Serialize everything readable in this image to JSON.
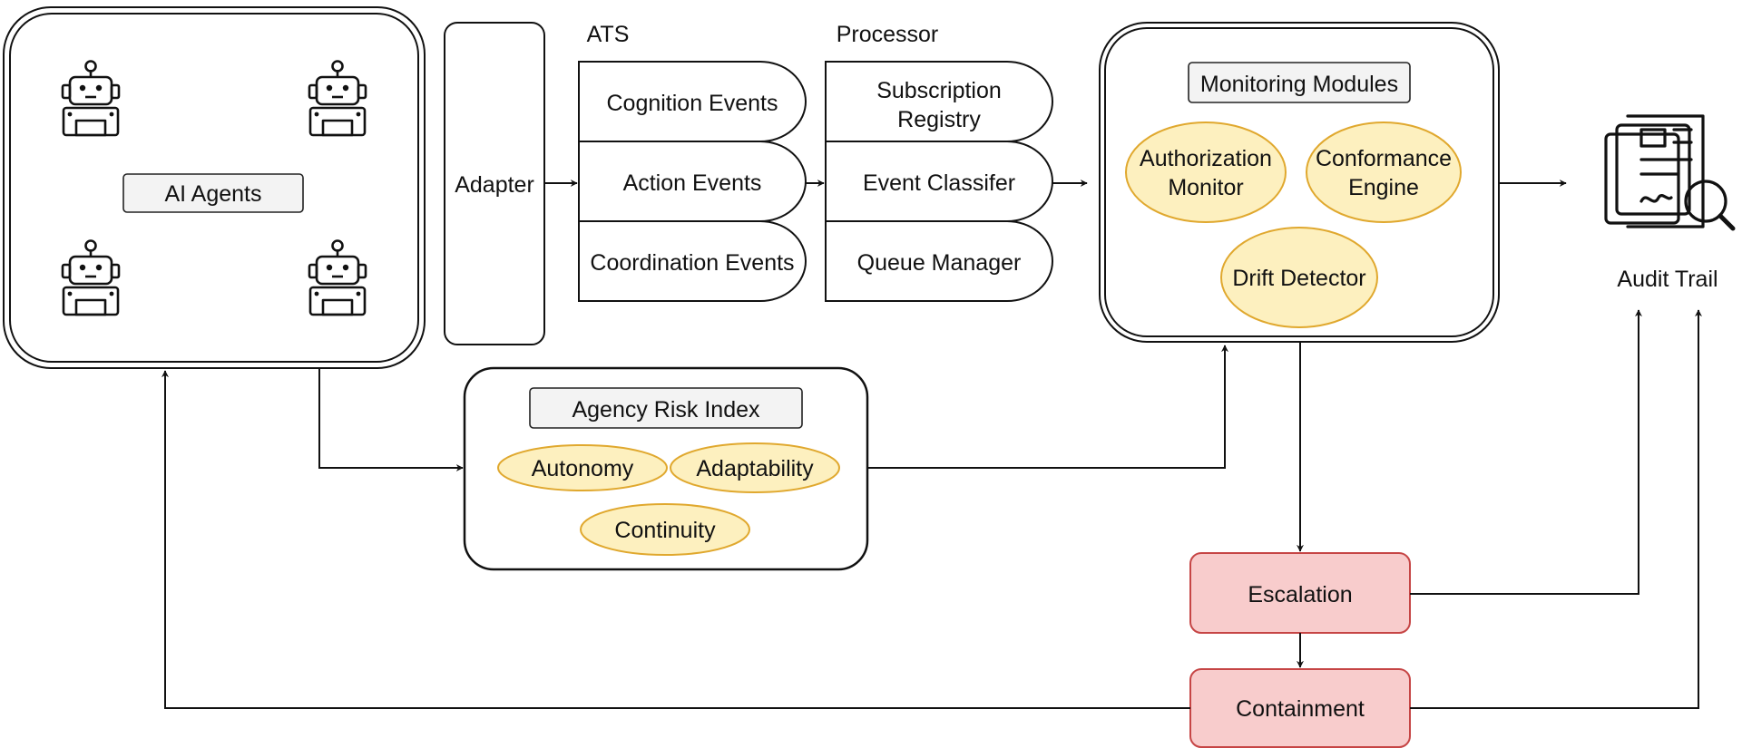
{
  "agents": {
    "label": "AI Agents",
    "icon": "robot-icon",
    "count": 4
  },
  "adapter": {
    "label": "Adapter"
  },
  "ats": {
    "heading": "ATS",
    "items": [
      "Cognition Events",
      "Action Events",
      "Coordination Events"
    ]
  },
  "processor": {
    "heading": "Processor",
    "items": [
      [
        "Subscription",
        "Registry"
      ],
      [
        "Event Classifer"
      ],
      [
        "Queue Manager"
      ]
    ]
  },
  "monitoring": {
    "label": "Monitoring Modules",
    "modules": [
      [
        "Authorization",
        "Monitor"
      ],
      [
        "Conformance",
        "Engine"
      ],
      [
        "Drift Detector"
      ]
    ]
  },
  "audit_trail": {
    "label": "Audit Trail",
    "icon": "audit-document-search-icon"
  },
  "risk_index": {
    "label": "Agency Risk Index",
    "factors": [
      "Autonomy",
      "Adaptability",
      "Continuity"
    ]
  },
  "escalation": {
    "label": "Escalation"
  },
  "containment": {
    "label": "Containment"
  },
  "colors": {
    "oval_fill": "#fdf0bf",
    "oval_stroke": "#e0a82e",
    "alert_fill": "#f8cccc",
    "alert_stroke": "#c64545",
    "tag_fill": "#f3f3f3",
    "line": "#111111"
  }
}
